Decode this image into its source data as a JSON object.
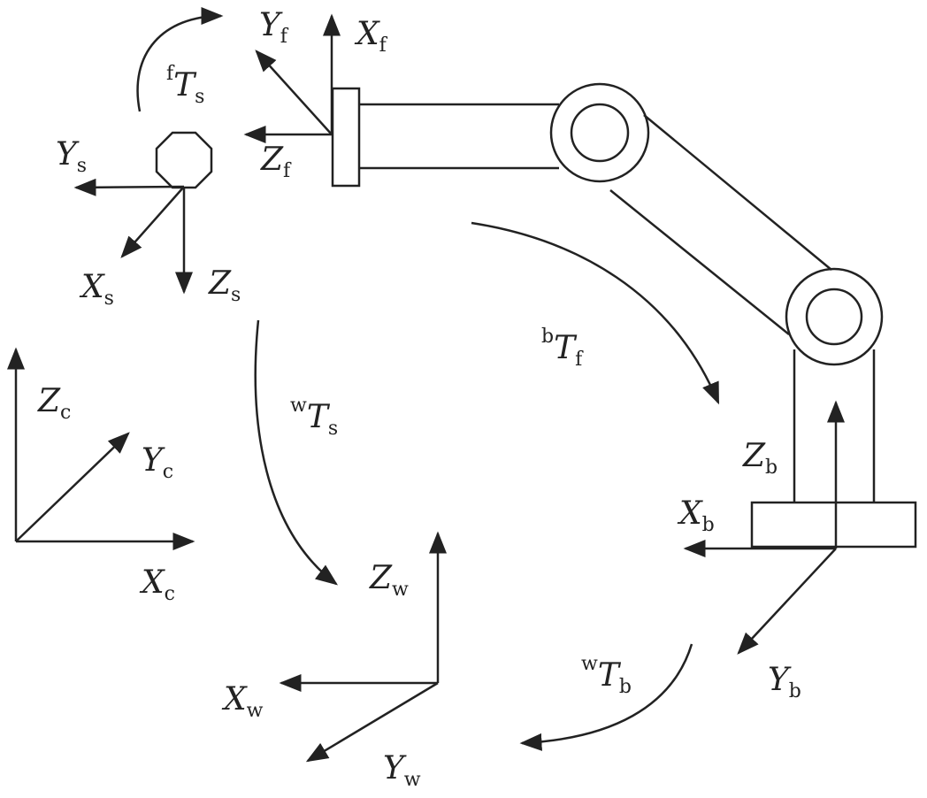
{
  "frames": {
    "flange": {
      "x": "X",
      "x_sub": "f",
      "y": "Y",
      "y_sub": "f",
      "z": "Z",
      "z_sub": "f"
    },
    "sensor": {
      "x": "X",
      "x_sub": "s",
      "y": "Y",
      "y_sub": "s",
      "z": "Z",
      "z_sub": "s"
    },
    "camera": {
      "x": "X",
      "x_sub": "c",
      "y": "Y",
      "y_sub": "c",
      "z": "Z",
      "z_sub": "c"
    },
    "base": {
      "x": "X",
      "x_sub": "b",
      "y": "Y",
      "y_sub": "b",
      "z": "Z",
      "z_sub": "b"
    },
    "world": {
      "x": "X",
      "x_sub": "w",
      "y": "Y",
      "y_sub": "w",
      "z": "Z",
      "z_sub": "w"
    }
  },
  "transforms": {
    "f_T_s": {
      "sup": "f",
      "main": "T",
      "sub": "s"
    },
    "b_T_f": {
      "sup": "b",
      "main": "T",
      "sub": "f"
    },
    "w_T_s": {
      "sup": "w",
      "main": "T",
      "sub": "s"
    },
    "w_T_b": {
      "sup": "w",
      "main": "T",
      "sub": "b"
    }
  }
}
